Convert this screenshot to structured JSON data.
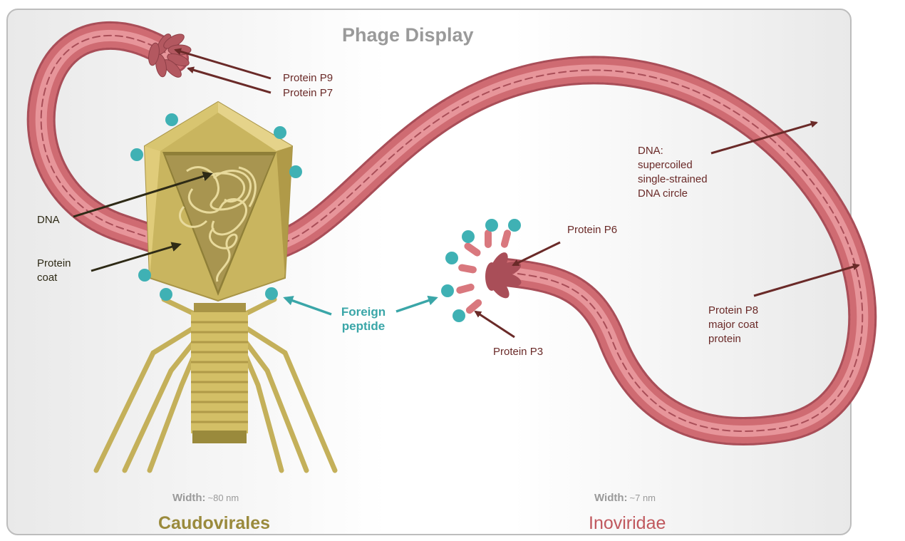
{
  "title": "Phage Display",
  "caudovirales": {
    "name": "Caudovirales",
    "width_label": "Width:",
    "width_value": "~80 nm",
    "dna_label": "DNA",
    "coat_label": "Protein\ncoat"
  },
  "inoviridae": {
    "name": "Inoviridae",
    "width_label": "Width:",
    "width_value": "~7 nm",
    "p9_label": "Protein P9",
    "p7_label": "Protein P7",
    "p6_label": "Protein P6",
    "p3_label": "Protein P3",
    "dna_label": "DNA:\nsupercoiled\nsingle-strained\nDNA circle",
    "p8_label": "Protein P8\nmajor coat\nprotein"
  },
  "foreign_peptide_label": "Foreign\npeptide",
  "colors": {
    "filament": "#cf6b72",
    "filament_dark": "#a94e58",
    "capsid": "#d8c367",
    "capsid_dark": "#a89446",
    "peptide": "#3fb1b4",
    "arrow_red": "#6a2a28",
    "arrow_dark": "#2e2a16",
    "arrow_teal": "#3aa6a8",
    "caudovirales_name": "#9a8a3c",
    "inoviridae_name": "#c0585e"
  }
}
